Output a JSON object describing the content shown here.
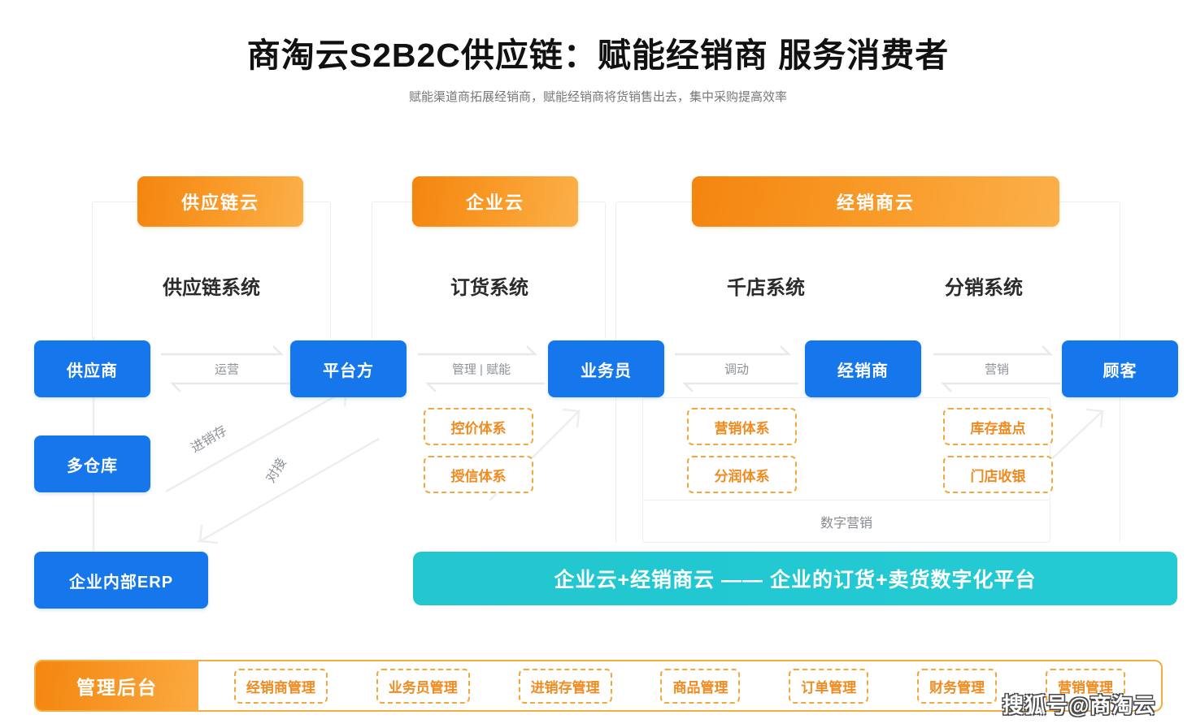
{
  "header": {
    "title": "商淘云S2B2C供应链：赋能经销商  服务消费者",
    "subtitle": "赋能渠道商拓展经销商，赋能经销商将货销售出去，集中采购提高效率"
  },
  "clouds": [
    {
      "label": "供应链云"
    },
    {
      "label": "企业云"
    },
    {
      "label": "经销商云"
    }
  ],
  "systems": [
    {
      "label": "供应链系统"
    },
    {
      "label": "订货系统"
    },
    {
      "label": "千店系统"
    },
    {
      "label": "分销系统"
    }
  ],
  "roles": [
    {
      "label": "供应商"
    },
    {
      "label": "平台方"
    },
    {
      "label": "业务员"
    },
    {
      "label": "经销商"
    },
    {
      "label": "顾客"
    },
    {
      "label": "多仓库"
    },
    {
      "label": "企业内部ERP"
    }
  ],
  "connectors": [
    {
      "label": "运营"
    },
    {
      "label": "管理 | 赋能"
    },
    {
      "label": "调动"
    },
    {
      "label": "营销"
    }
  ],
  "diagonal_labels": [
    {
      "label": "进销存"
    },
    {
      "label": "对接"
    }
  ],
  "capability_tags": [
    {
      "label": "控价体系"
    },
    {
      "label": "授信体系"
    },
    {
      "label": "营销体系"
    },
    {
      "label": "分润体系"
    },
    {
      "label": "库存盘点"
    },
    {
      "label": "门店收银"
    }
  ],
  "digital_marketing": {
    "label": "数字营销"
  },
  "banner": {
    "label": "企业云+经销商云 —— 企业的订货+卖货数字化平台"
  },
  "admin": {
    "head_label": "管理后台",
    "items": [
      {
        "label": "经销商管理"
      },
      {
        "label": "业务员管理"
      },
      {
        "label": "进销存管理"
      },
      {
        "label": "商品管理"
      },
      {
        "label": "订单管理"
      },
      {
        "label": "财务管理"
      },
      {
        "label": "营销管理"
      }
    ]
  },
  "watermark": {
    "label": "搜狐号@商淘云"
  },
  "colors": {
    "orange": "#f4850f",
    "orange_light": "#fbb04a",
    "blue": "#1677ec",
    "cyan": "#22c7d0",
    "tag_border": "#f0a93c",
    "tag_text": "#ef8b20",
    "frame": "#eceef0",
    "muted_text": "#8d9197"
  }
}
